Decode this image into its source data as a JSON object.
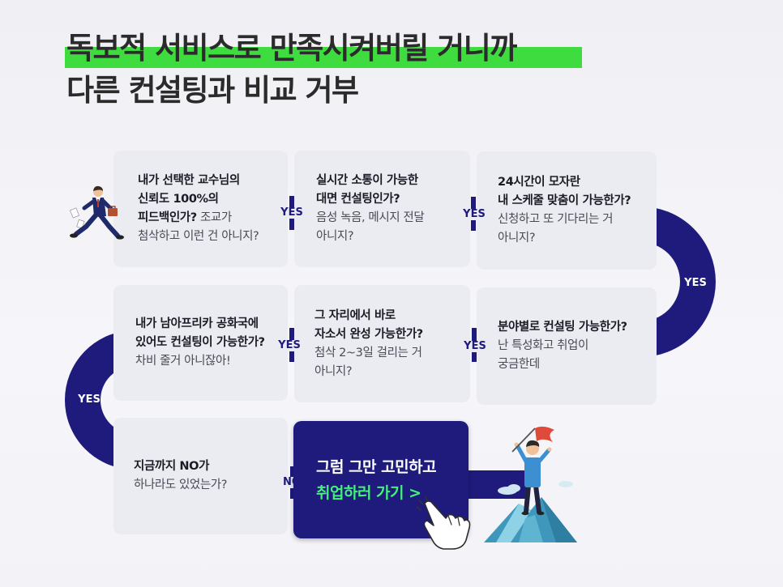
{
  "title": {
    "line1": "독보적 서비스로 만족시켜버릴 거니까",
    "line2": "다른 컨설팅과 비교 거부"
  },
  "cards": [
    {
      "lines": [
        {
          "strong": "내가 선택한 교수님의"
        },
        {
          "strong": "신뢰도 100%의"
        },
        {
          "strong": "피드백인가?",
          "normal": "조교가"
        },
        {
          "normal": "첨삭하고 이런 건 아니지?"
        }
      ]
    },
    {
      "lines": [
        {
          "strong": "실시간 소통이 가능한"
        },
        {
          "strong": "대면 컨설팅인가?"
        },
        {
          "normal": "음성 녹음, 메시지 전달"
        },
        {
          "normal": "아니지?"
        }
      ]
    },
    {
      "lines": [
        {
          "strong": "24시간이 모자란"
        },
        {
          "strong": "내 스케줄 맞춤이 가능한가?"
        },
        {
          "normal": "신청하고 또 기다리는 거"
        },
        {
          "normal": "아니지?"
        }
      ]
    },
    {
      "lines": [
        {
          "strong": "내가 남아프리카 공화국에"
        },
        {
          "strong": "있어도 컨설팅이 가능한가?"
        },
        {
          "normal": "차비 줄거 아니잖아!"
        }
      ]
    },
    {
      "lines": [
        {
          "strong": "그 자리에서 바로"
        },
        {
          "strong": "자소서 완성 가능한가?"
        },
        {
          "normal": "첨삭 2~3일 걸리는 거"
        },
        {
          "normal": "아니지?"
        }
      ]
    },
    {
      "lines": [
        {
          "strong": "분야별로 컨설팅 가능한가?"
        },
        {
          "normal": "난 특성화고 취업이"
        },
        {
          "normal": "궁금한데"
        }
      ]
    },
    {
      "lines": [
        {
          "strong": "지금까지 NO가"
        },
        {
          "normal": "하나라도 있었는가?"
        }
      ]
    }
  ],
  "connectors": {
    "c1": "YES",
    "c2": "YES",
    "c3": "YES",
    "c4": "YES",
    "no": "NO"
  },
  "arcs": {
    "right": "YES",
    "left": "YES"
  },
  "cta": {
    "line1": "그럼 그만 고민하고",
    "line2": "취업하러 가기 >"
  },
  "icons": {
    "runner": "running-businessman-icon",
    "climber": "mountain-summit-flag-icon",
    "cursor": "hand-pointer-icon"
  },
  "colors": {
    "navy": "#1e1b7d",
    "highlight": "#3fdc3f",
    "card_bg": "#ebebf2",
    "page_bg": "#f4f4f8",
    "cta_green": "#43f07a",
    "title_text": "#2b2b2b"
  }
}
